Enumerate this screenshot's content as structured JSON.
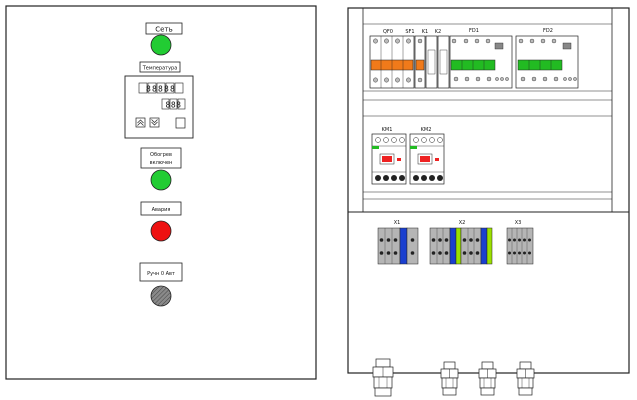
{
  "colors": {
    "lamp_green": "#22cc33",
    "lamp_red": "#ee1111",
    "switch_gray": "#777777",
    "breaker_orange": "#f07a1a",
    "breaker_green": "#22bb22",
    "terminal_blue": "#1a3fcf",
    "terminal_green": "#9be000",
    "terminal_gray": "#b5b5b5"
  },
  "door": {
    "label_network": "Сеть",
    "label_temperature": "Температура",
    "label_heating": "Обогрев включен",
    "label_alarm": "Авария",
    "label_mode": "Ручн 0 Авт"
  },
  "thermo": {
    "display_top": "88888",
    "display_bottom": "888"
  },
  "panel": {
    "qf0": "QF0",
    "sf1": "SF1",
    "k1": "K1",
    "k2": "K2",
    "fd1": "FD1",
    "fd2": "FD2",
    "km1": "KM1",
    "km2": "KM2",
    "x1": "X1",
    "x2": "X2",
    "x3": "X3"
  }
}
